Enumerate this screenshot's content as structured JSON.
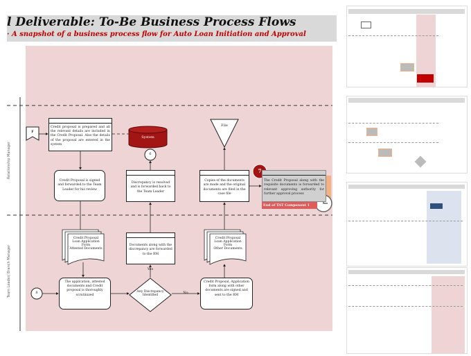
{
  "header": {
    "title": "l Deliverable: To-Be Business Process Flows",
    "subtitle": "· A snapshot of a business process flow for Auto Loan Initiation and Approval"
  },
  "lanes": [
    "Relationship Manager",
    "Team Leader/ Branch Manager"
  ],
  "colors": {
    "lane_bg": "#efd4d5",
    "accent_red": "#c00000",
    "system_red": "#a31515",
    "tat_box": "#d0d0d0",
    "orange": "#f4b183"
  },
  "flow": {
    "connector_f": "F",
    "step_prepare": "Credit proposal is prepared and all the relevant details are included in the Credit Proposal. Also the details of the proposal are entered in the system",
    "system": "System",
    "connector_6": "6",
    "step_signed": "Credit Proposal is signed and forwarded to the Team Leader for his review",
    "step_resolved": "Discrepancy is resolved and is forwarded back to the Team Leader",
    "file": "File",
    "step_copies": "Copies of the documents are made and the original documents are filed in the case file",
    "badge_7": "7",
    "step_forward": "The Credit Proposal along with the requisite documents is forwarded to relevant approving authority for further approval process",
    "tat_label": "End of TAT Component 1",
    "doc_attested": "Credit Proposal\nLoan Application Form\nAttested Documents",
    "step_docs_back": "Documents along with the discrepancy are forwarded to the RM",
    "doc_other": "Credit Proposal\nLoan Application Form\nOther Documents",
    "connector_8": "8",
    "step_scrutinized": "The application, attested documents and Credit proposal is thoroughly scrutinized",
    "decision": "Any Discrepancy Identified",
    "yes": "Yes",
    "no": "No",
    "step_sent": "Credit Proposal, Application form along with other documents are signed and sent to the RM"
  }
}
